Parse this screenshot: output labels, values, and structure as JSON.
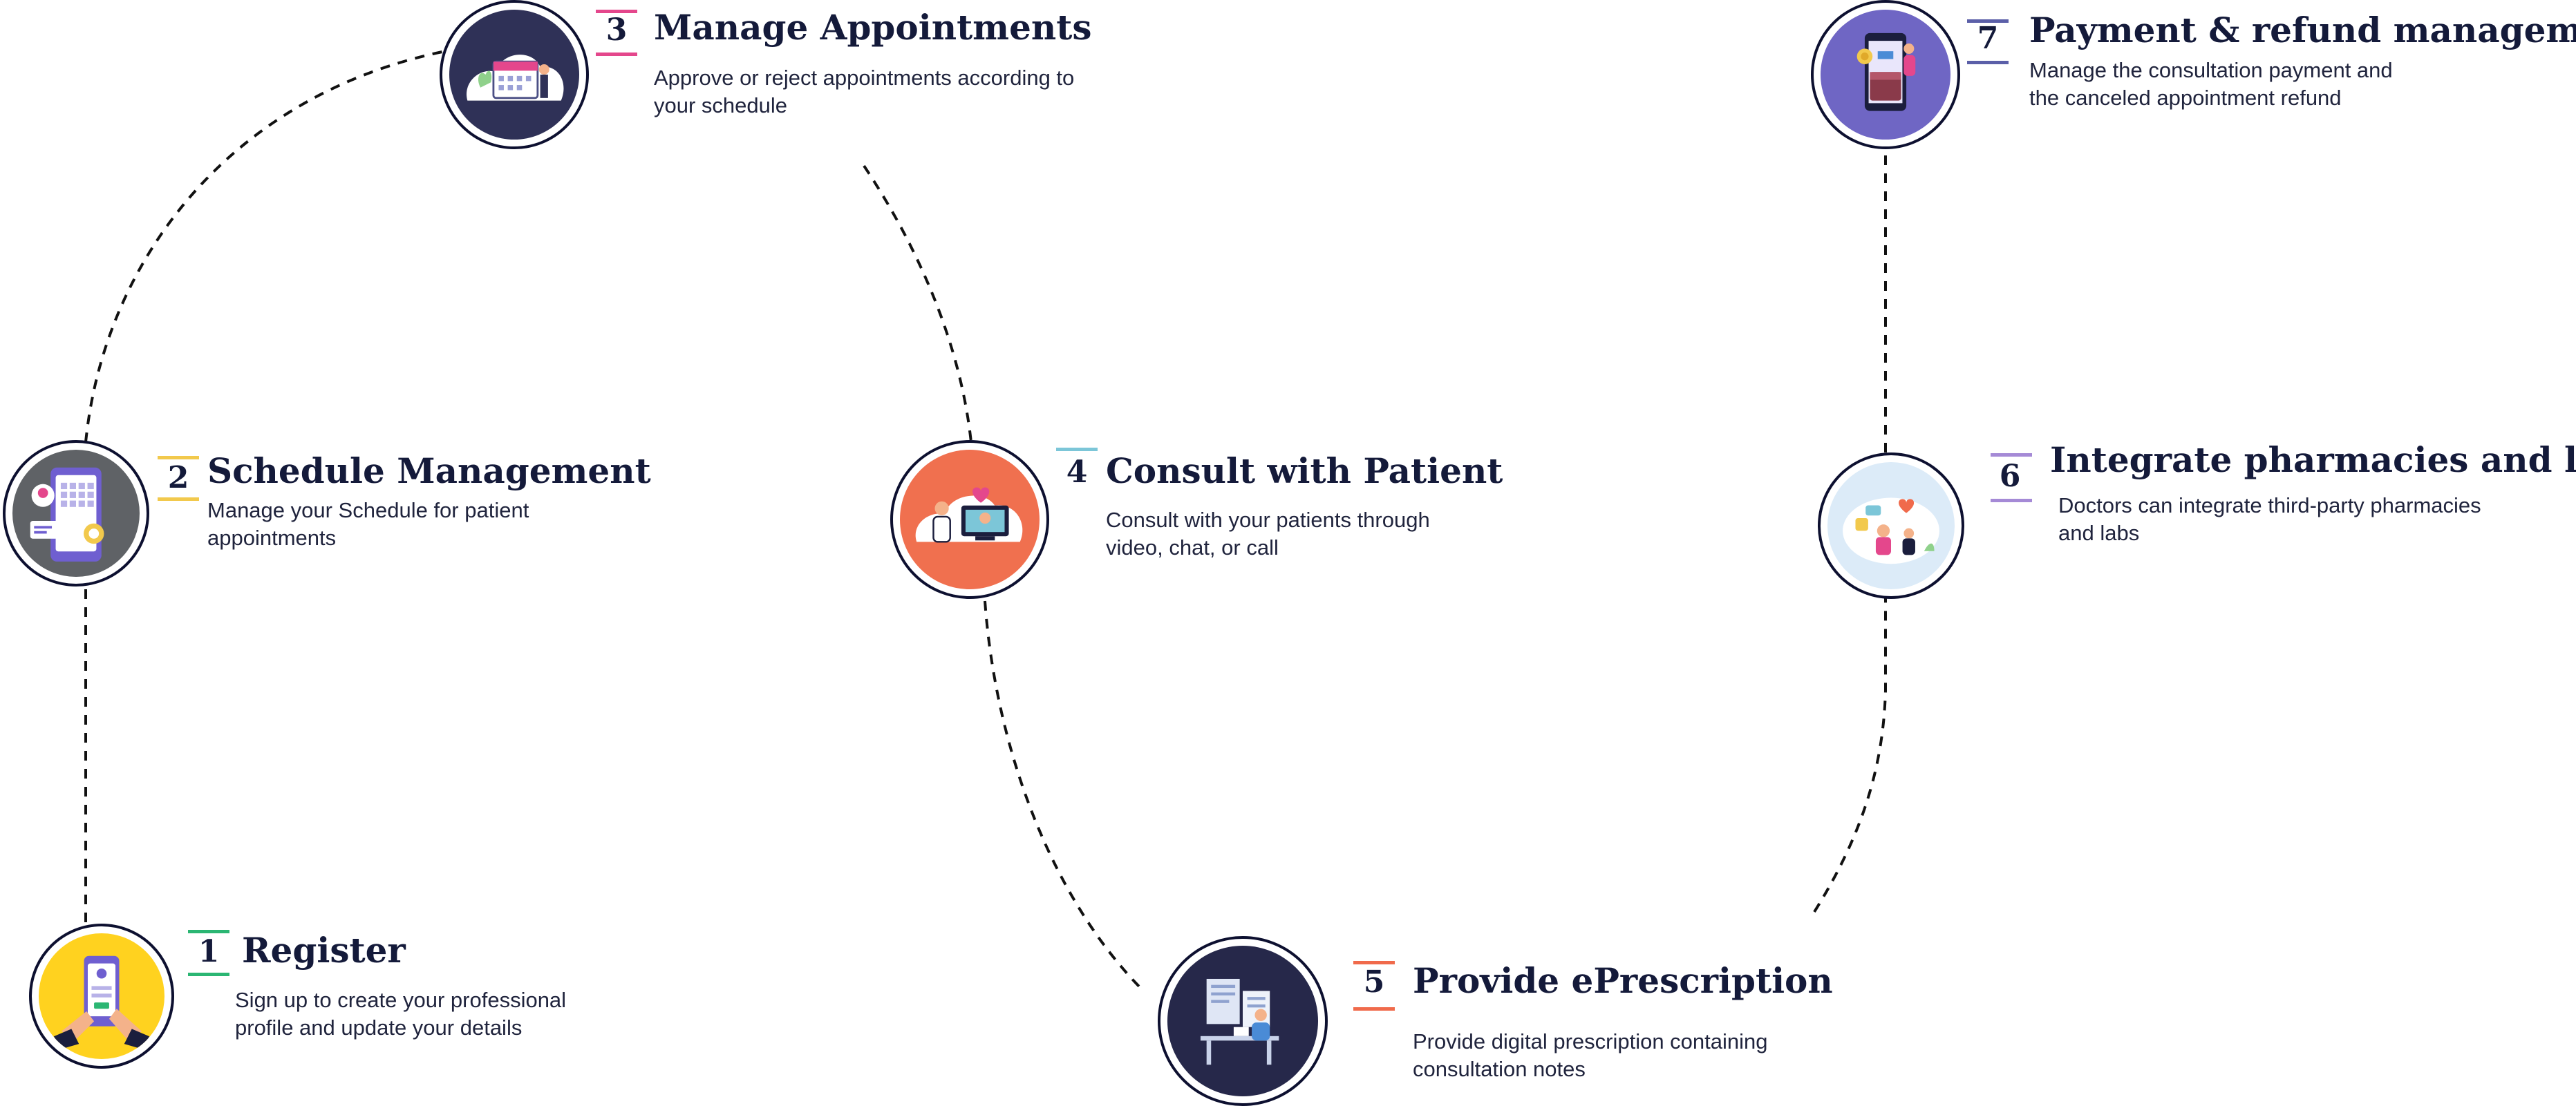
{
  "steps": [
    {
      "num": "1",
      "title": "Register",
      "desc_line1": "Sign up to create your professional",
      "desc_line2": "profile and update your details",
      "accent": "#2bb673"
    },
    {
      "num": "2",
      "title": "Schedule Management",
      "desc_line1": "Manage your Schedule for patient",
      "desc_line2": "appointments",
      "accent": "#f2c94c"
    },
    {
      "num": "3",
      "title": "Manage Appointments",
      "desc_line1": "Approve or reject appointments according to",
      "desc_line2": "your schedule",
      "accent": "#e4478c"
    },
    {
      "num": "4",
      "title": "Consult with Patient",
      "desc_line1": "Consult with your patients through",
      "desc_line2": "video, chat, or call",
      "accent": "#7cc6d8"
    },
    {
      "num": "5",
      "title": "Provide ePrescription",
      "desc_line1": "Provide digital prescription containing",
      "desc_line2": "consultation notes",
      "accent": "#f06a4b"
    },
    {
      "num": "6",
      "title": "Integrate pharmacies and labs",
      "desc_line1": "Doctors can integrate third-party pharmacies",
      "desc_line2": "and labs",
      "accent": "#a58ad6"
    },
    {
      "num": "7",
      "title": "Payment & refund management",
      "desc_line1": "Manage the consultation payment and",
      "desc_line2": "the canceled appointment refund",
      "accent": "#5b5fa8"
    }
  ],
  "icons": {
    "step1": "phone-register-icon",
    "step2": "schedule-phone-icon",
    "step3": "calendar-appointment-icon",
    "step4": "video-consult-icon",
    "step5": "eprescription-icon",
    "step6": "pharmacy-lab-icon",
    "step7": "payment-refund-icon"
  },
  "colors": {
    "step1_bg": "#ffd21f",
    "step2_bg": "#5f6266",
    "step3_bg": "#2f3157",
    "step4_bg": "#f0704f",
    "step5_bg": "#26284a",
    "step6_bg": "#dcebf8",
    "step7_bg": "#6f66c4",
    "ring": "#0d1030",
    "text": "#141a3a"
  }
}
